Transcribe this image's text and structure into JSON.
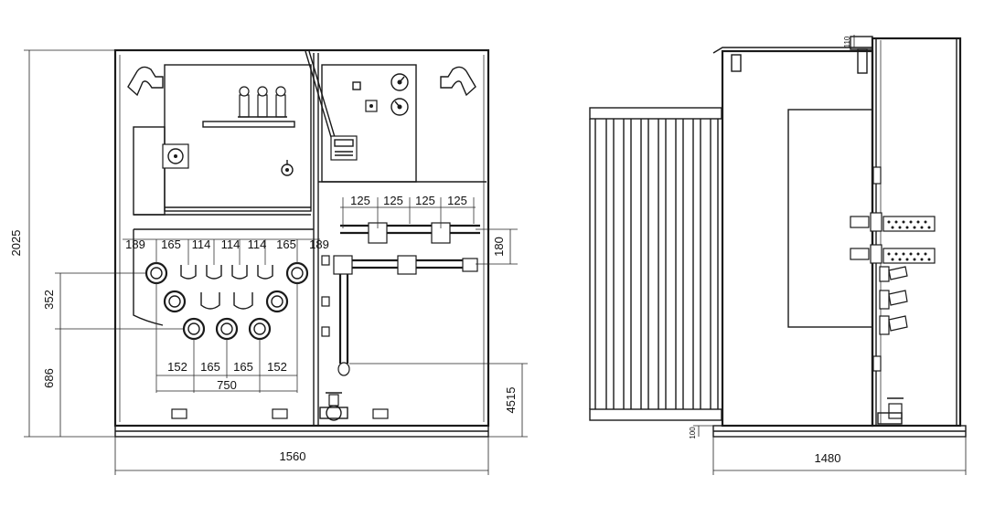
{
  "front_view": {
    "overall_height": "2025",
    "overall_width": "1560",
    "hv_height": "686",
    "hv_spacing": "352",
    "bottom_span": "750",
    "lv_right_height": "4515",
    "row_top": [
      "189",
      "165",
      "114",
      "114",
      "114",
      "165",
      "189"
    ],
    "row_bottom": [
      "152",
      "165",
      "165",
      "152"
    ],
    "lv_pitch": [
      "125",
      "125",
      "125",
      "125"
    ],
    "lv_height": "180"
  },
  "side_view": {
    "overall_width": "1480",
    "top_small": "110",
    "bottom_small": "100"
  }
}
